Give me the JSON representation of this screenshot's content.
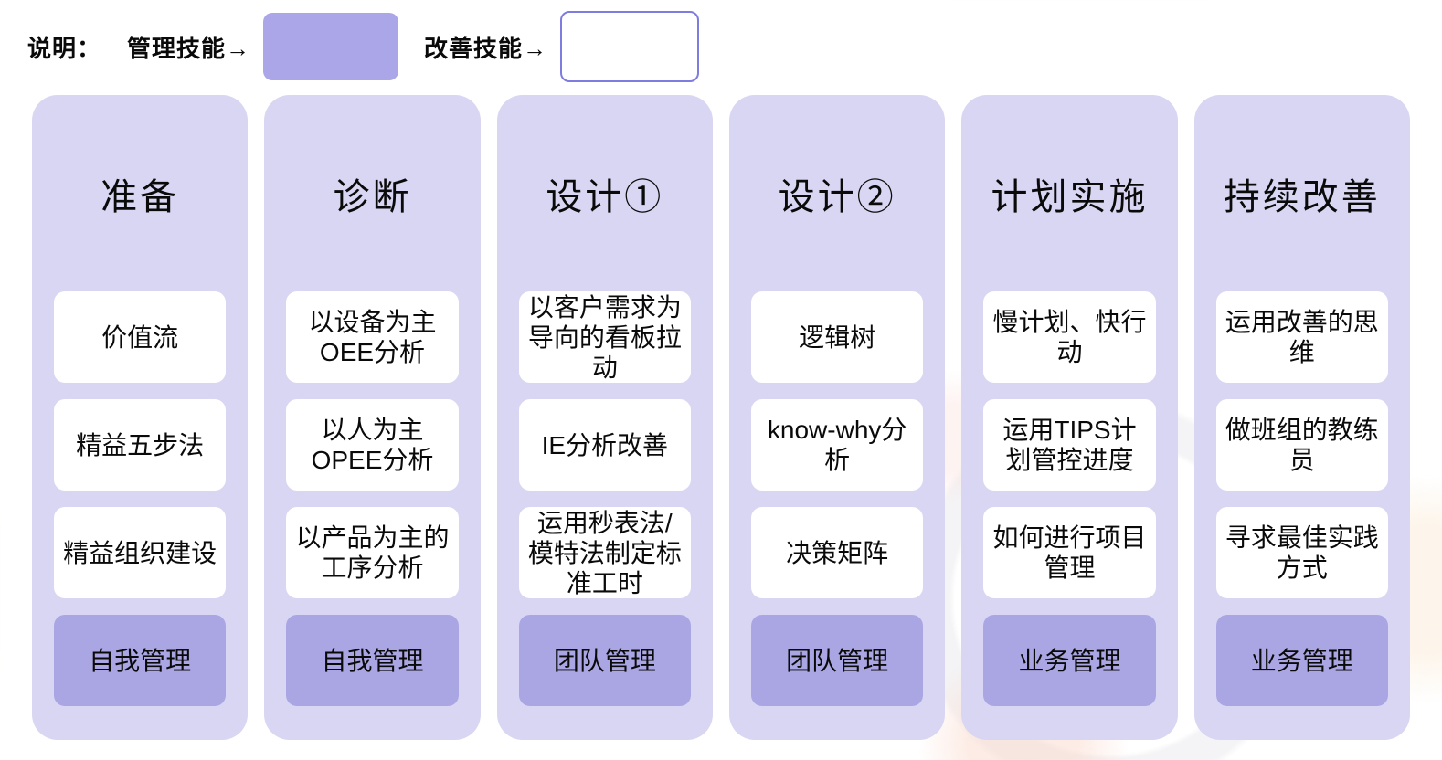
{
  "legend": {
    "title": "说明：",
    "management": {
      "label": "管理技能",
      "arrow": "→"
    },
    "improvement": {
      "label": "改善技能",
      "arrow": "→"
    }
  },
  "colors": {
    "column_background": "#d8d6f2",
    "management_card": "#aaa6e3",
    "improvement_card": "#ffffff",
    "improvement_border": "#7f7cdf",
    "text": "#0a0a0a"
  },
  "columns": [
    {
      "title": "准备",
      "skills": [
        "价值流",
        "精益五步法",
        "精益组织建设"
      ],
      "management": "自我管理"
    },
    {
      "title": "诊断",
      "skills": [
        "以设备为主OEE分析",
        "以人为主OPEE分析",
        "以产品为主的工序分析"
      ],
      "management": "自我管理"
    },
    {
      "title": "设计①",
      "skills": [
        "以客户需求为导向的看板拉动",
        "IE分析改善",
        "运用秒表法/模特法制定标准工时"
      ],
      "management": "团队管理"
    },
    {
      "title": "设计②",
      "skills": [
        "逻辑树",
        "know-why分析",
        "决策矩阵"
      ],
      "management": "团队管理"
    },
    {
      "title": "计划实施",
      "skills": [
        "慢计划、快行动",
        "运用TIPS计划管控进度",
        "如何进行项目管理"
      ],
      "management": "业务管理"
    },
    {
      "title": "持续改善",
      "skills": [
        "运用改善的思维",
        "做班组的教练员",
        "寻求最佳实践方式"
      ],
      "management": "业务管理"
    }
  ]
}
